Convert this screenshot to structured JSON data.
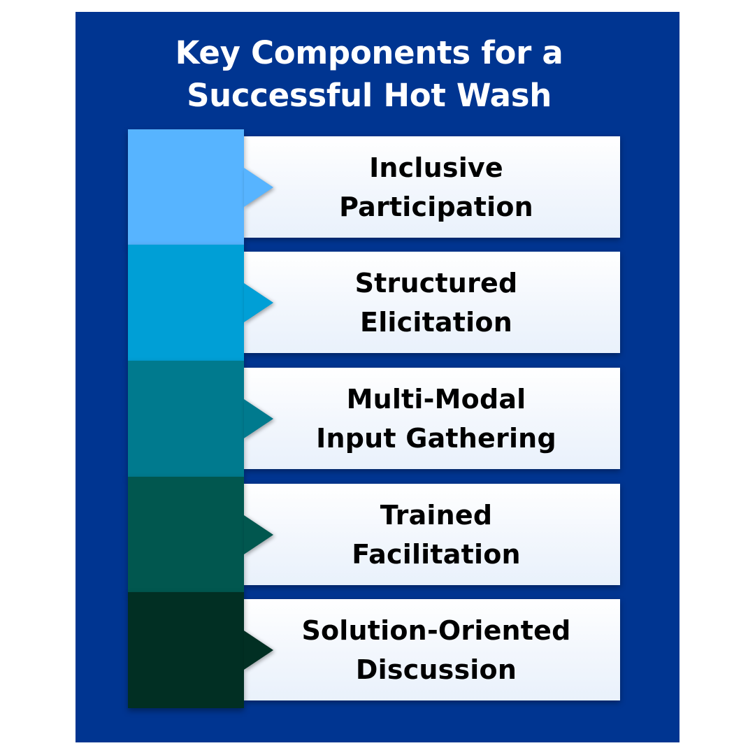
{
  "title": {
    "line1": "Key Components for a",
    "line2": "Successful Hot Wash"
  },
  "colors": {
    "panel": "#003591",
    "title_text": "#FFFFFF",
    "card_text": "#000000"
  },
  "components": [
    {
      "line1": "Inclusive",
      "line2": "Participation",
      "color": "#57B4FF",
      "icon": "arrow-right-icon"
    },
    {
      "line1": "Structured",
      "line2": "Elicitation",
      "color": "#009FD6",
      "icon": "arrow-right-icon"
    },
    {
      "line1": "Multi-Modal",
      "line2": "Input Gathering",
      "color": "#007A8E",
      "icon": "arrow-right-icon"
    },
    {
      "line1": "Trained",
      "line2": "Facilitation",
      "color": "#01574F",
      "icon": "arrow-right-icon"
    },
    {
      "line1": "Solution-Oriented",
      "line2": "Discussion",
      "color": "#012F23",
      "icon": "arrow-right-icon"
    }
  ]
}
